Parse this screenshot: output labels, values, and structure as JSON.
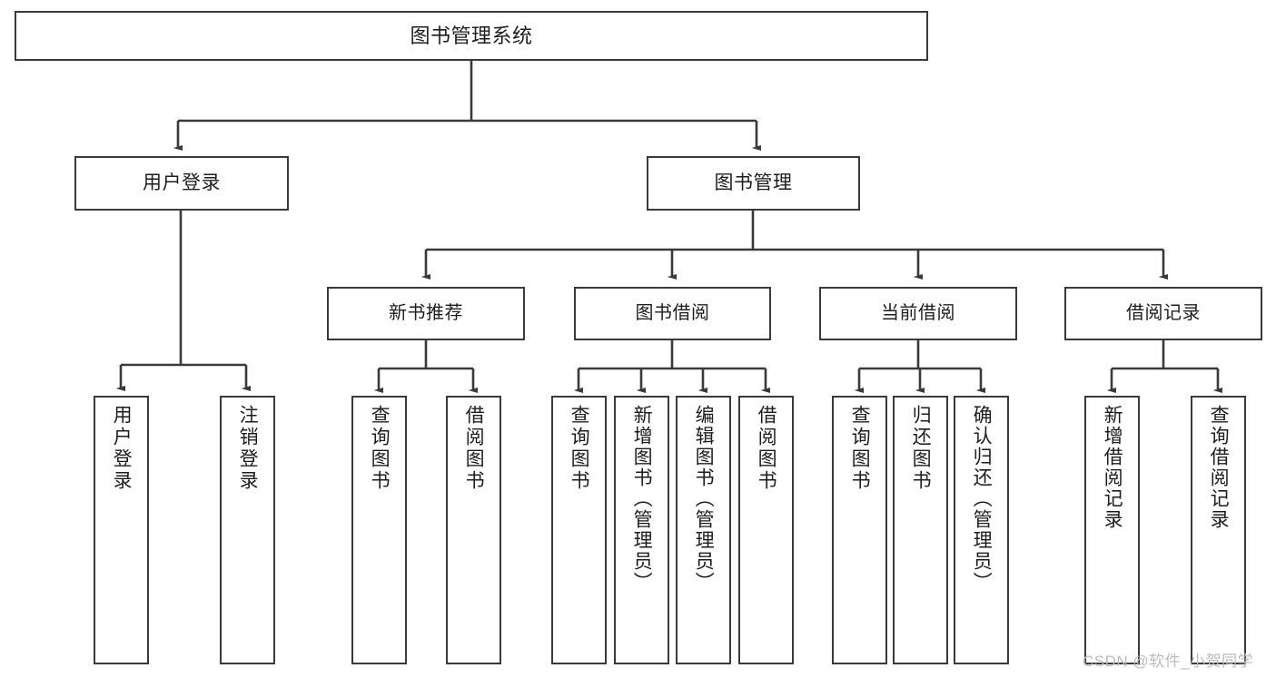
{
  "diagram": {
    "title": "图书管理系统",
    "type": "functional-structure-tree",
    "watermark": "CSDN @软件_小贺同学",
    "colors": {
      "background": "#ffffff",
      "box_border": "#3a3a3a",
      "text": "#1d1d1d",
      "connector": "#3a3a3a",
      "watermark": "#b9b9b9"
    }
  },
  "nodes": {
    "root": {
      "label": "图书管理系统",
      "level": 0
    },
    "level1": [
      {
        "id": "user-login",
        "label": "用户登录"
      },
      {
        "id": "book-manage",
        "label": "图书管理"
      }
    ],
    "level2": [
      {
        "id": "new-book-recommend",
        "label": "新书推荐",
        "parent": "book-manage"
      },
      {
        "id": "book-borrow",
        "label": "图书借阅",
        "parent": "book-manage"
      },
      {
        "id": "current-borrow",
        "label": "当前借阅",
        "parent": "book-manage"
      },
      {
        "id": "borrow-record",
        "label": "借阅记录",
        "parent": "book-manage"
      }
    ],
    "leaves": [
      {
        "id": "leaf-user-login",
        "label": "用户登录",
        "parent": "user-login"
      },
      {
        "id": "leaf-logout",
        "label": "注销登录",
        "parent": "user-login"
      },
      {
        "id": "leaf-query-book-1",
        "label": "查询图书",
        "parent": "new-book-recommend"
      },
      {
        "id": "leaf-borrow-book-1",
        "label": "借阅图书",
        "parent": "new-book-recommend"
      },
      {
        "id": "leaf-query-book-2",
        "label": "查询图书",
        "parent": "book-borrow"
      },
      {
        "id": "leaf-add-book",
        "label": "新增图书（管理员）",
        "parent": "book-borrow"
      },
      {
        "id": "leaf-edit-book",
        "label": "编辑图书（管理员）",
        "parent": "book-borrow"
      },
      {
        "id": "leaf-borrow-book-2",
        "label": "借阅图书",
        "parent": "book-borrow"
      },
      {
        "id": "leaf-query-book-3",
        "label": "查询图书",
        "parent": "current-borrow"
      },
      {
        "id": "leaf-return-book",
        "label": "归还图书",
        "parent": "current-borrow"
      },
      {
        "id": "leaf-confirm-return",
        "label": "确认归还（管理员）",
        "parent": "current-borrow"
      },
      {
        "id": "leaf-add-record",
        "label": "新增借阅记录",
        "parent": "borrow-record"
      },
      {
        "id": "leaf-query-record",
        "label": "查询借阅记录",
        "parent": "borrow-record"
      }
    ]
  }
}
